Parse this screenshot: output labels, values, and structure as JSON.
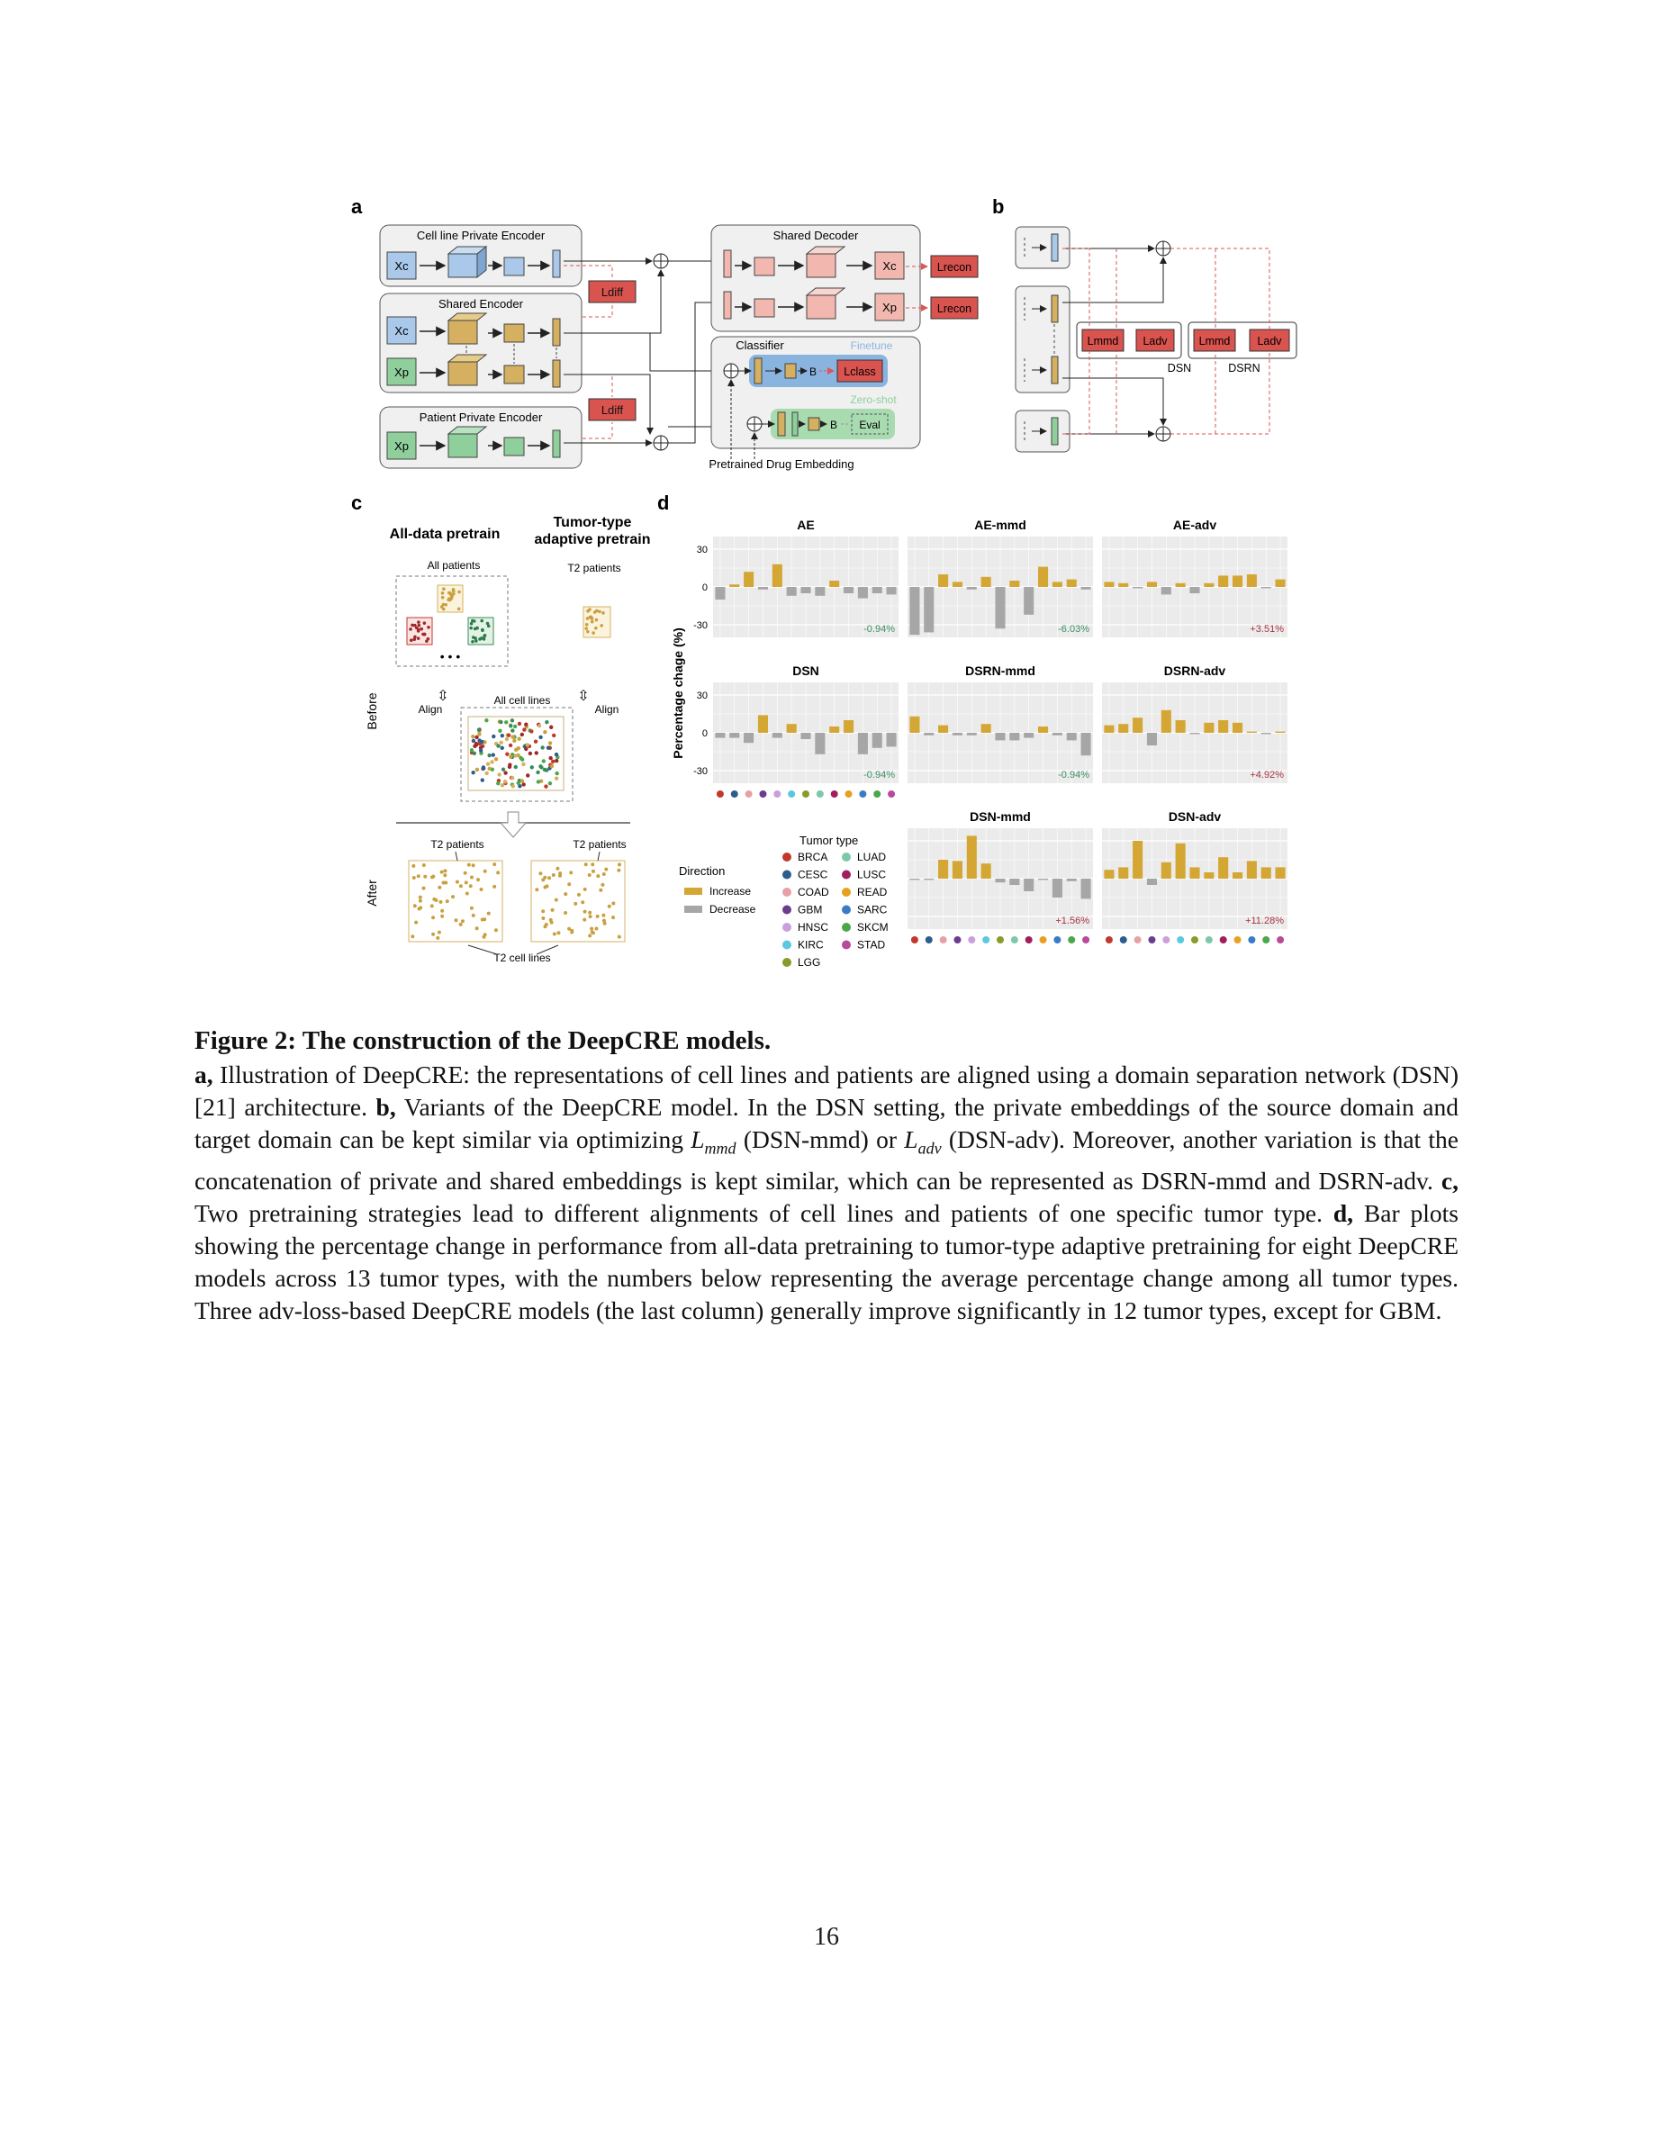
{
  "figure": {
    "panel_a": {
      "label": "a",
      "cell_line_private_encoder": "Cell line Private Encoder",
      "shared_encoder": "Shared Encoder",
      "patient_private_encoder": "Patient Private Encoder",
      "shared_decoder": "Shared Decoder",
      "classifier": "Classifier",
      "finetune": "Finetune",
      "zero_shot": "Zero-shot",
      "pretrained_drug_embedding": "Pretrained Drug Embedding",
      "xc": "Xc",
      "xp": "Xp",
      "ldiff": "Ldiff",
      "lrecon": "Lrecon",
      "lclass": "Lclass",
      "eval": "Eval",
      "b": "B"
    },
    "panel_b": {
      "label": "b",
      "lmmd": "Lmmd",
      "ladv": "Ladv",
      "dsn": "DSN",
      "dsrn": "DSRN"
    },
    "panel_c": {
      "label": "c",
      "all_data_pretrain": "All-data pretrain",
      "tumor_type_line1": "Tumor-type",
      "tumor_type_line2": "adaptive pretrain",
      "all_patients": "All patients",
      "t2_patients": "T2 patients",
      "all_cell_lines": "All cell lines",
      "align": "Align",
      "before": "Before",
      "after": "After",
      "t2_cell_lines": "T2 cell lines",
      "dots": "• • •"
    },
    "panel_d": {
      "label": "d",
      "ylabel": "Percentage chage (%)",
      "legend_direction_title": "Direction",
      "legend_increase": "Increase",
      "legend_decrease": "Decrease",
      "legend_tumor_title": "Tumor type",
      "colors": {
        "increase": "#d4a634",
        "decrease": "#a6a6a6",
        "panel_bg": "#ebebeb",
        "grid": "#ffffff",
        "pos_text": "#a8323e",
        "neg_text": "#3b8f66"
      }
    }
  },
  "chart_data": {
    "type": "bar",
    "ylim": [
      -40,
      40
    ],
    "yticks": [
      30,
      0,
      -30
    ],
    "tumor_types": [
      "BRCA",
      "CESC",
      "COAD",
      "GBM",
      "HNSC",
      "KIRC",
      "LGG",
      "LUAD",
      "LUSC",
      "READ",
      "SARC",
      "SKCM",
      "STAD"
    ],
    "tumor_colors": [
      "#c0392b",
      "#2c5d8f",
      "#e8a0a8",
      "#6b3d8f",
      "#c9a0dc",
      "#5bc8df",
      "#8a9a2b",
      "#7cc8a8",
      "#a01e5c",
      "#e8a020",
      "#3a7bc8",
      "#4aa84a",
      "#b84a9a"
    ],
    "panels": [
      {
        "title": "AE",
        "summary": "-0.94%",
        "values": [
          -10,
          2,
          12,
          -2,
          18,
          -7,
          -5,
          -7,
          5,
          -5,
          -9,
          -5,
          -6
        ]
      },
      {
        "title": "AE-mmd",
        "summary": "-6.03%",
        "values": [
          -38,
          -36,
          10,
          4,
          -2,
          8,
          -33,
          5,
          -22,
          16,
          4,
          6,
          -2
        ]
      },
      {
        "title": "AE-adv",
        "summary": "+3.51%",
        "values": [
          4,
          3,
          -1,
          4,
          -6,
          3,
          -5,
          3,
          9,
          9,
          10,
          -1,
          6
        ]
      },
      {
        "title": "DSN",
        "summary": "-0.94%",
        "values": [
          -4,
          -4,
          -8,
          14,
          -4,
          7,
          -5,
          -17,
          5,
          10,
          -17,
          -12,
          -11
        ]
      },
      {
        "title": "DSRN-mmd",
        "summary": "-0.94%",
        "values": [
          13,
          -2,
          6,
          -2,
          -2,
          7,
          -6,
          -6,
          -4,
          5,
          -2,
          -6,
          -18
        ]
      },
      {
        "title": "DSRN-adv",
        "summary": "+4.92%",
        "values": [
          6,
          7,
          12,
          -10,
          18,
          10,
          -1,
          8,
          10,
          8,
          1,
          -1,
          1
        ]
      },
      {
        "title": "DSN-mmd",
        "summary": "+1.56%",
        "values": [
          -1,
          -1,
          15,
          14,
          34,
          12,
          -3,
          -5,
          -10,
          -1,
          -15,
          -2,
          -16
        ]
      },
      {
        "title": "DSN-adv",
        "summary": "+11.28%",
        "values": [
          7,
          9,
          30,
          -5,
          13,
          28,
          9,
          5,
          17,
          5,
          14,
          9,
          9
        ]
      }
    ]
  },
  "caption": {
    "title": "Figure 2: The construction of the DeepCRE models.",
    "a_label": "a,",
    "a_text": "Illustration of DeepCRE: the representations of cell lines and patients are aligned using a domain separation network (DSN) [21] architecture.",
    "b_label": "b,",
    "b_text1": "Variants of the DeepCRE model. In the DSN setting, the private embeddings of the source domain and target domain can be kept similar via optimizing",
    "l_symbol": "L",
    "mmd_sub": "mmd",
    "b_text2": "(DSN-mmd) or",
    "adv_sub": "adv",
    "b_text3": "(DSN-adv). Moreover, another variation is that the concatenation of private and shared embeddings is kept similar, which can be represented as DSRN-mmd and DSRN-adv.",
    "c_label": "c,",
    "c_text": "Two pretraining strategies lead to different alignments of cell lines and patients of one specific tumor type.",
    "d_label": "d,",
    "d_text": "Bar plots showing the percentage change in performance from all-data pretraining to tumor-type adaptive pretraining for eight DeepCRE models across 13 tumor types, with the numbers below representing the average percentage change among all tumor types. Three adv-loss-based DeepCRE models (the last column) generally improve significantly in 12 tumor types, except for GBM."
  },
  "page_number": "16"
}
